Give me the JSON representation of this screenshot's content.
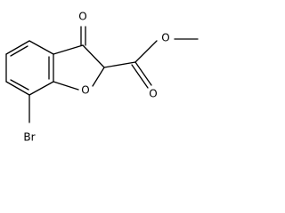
{
  "molecule": {
    "atoms": {
      "ketone_oxygen": "O",
      "ring_oxygen": "O",
      "carbonyl_oxygen": "O",
      "ester_oxygen": "O",
      "bromine": "Br"
    }
  }
}
